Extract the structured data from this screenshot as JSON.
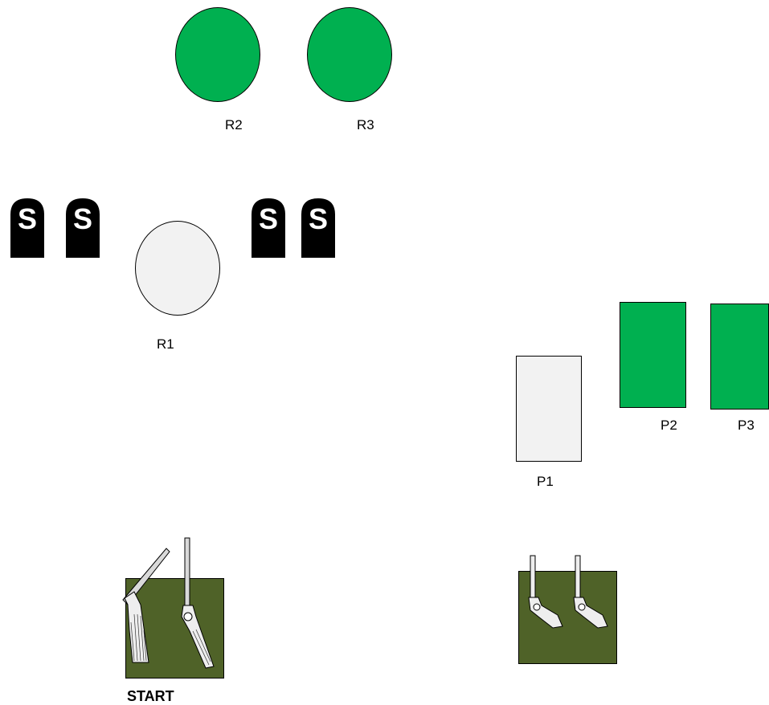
{
  "colors": {
    "active": "#00b050",
    "inactive": "#f2f2f2",
    "table": "#4f6228",
    "sign": "#000000"
  },
  "rifle_targets": [
    {
      "label": "R1",
      "state": "inactive"
    },
    {
      "label": "R2",
      "state": "active"
    },
    {
      "label": "R3",
      "state": "active"
    }
  ],
  "pistol_targets": [
    {
      "label": "P1",
      "state": "inactive"
    },
    {
      "label": "P2",
      "state": "active"
    },
    {
      "label": "P3",
      "state": "active"
    }
  ],
  "shotgun_targets": [
    "S",
    "S",
    "S",
    "S"
  ],
  "start_table": {
    "label": "START",
    "content": [
      "shotgun-icon",
      "rifle-icon"
    ]
  },
  "pistol_table": {
    "content": [
      "pistol-icon",
      "pistol-icon"
    ]
  }
}
